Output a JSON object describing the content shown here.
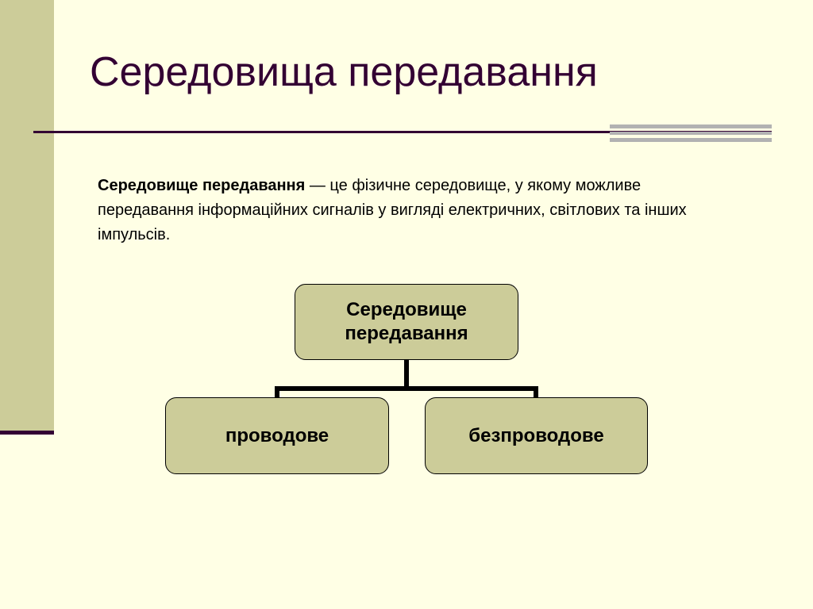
{
  "slide": {
    "title": "Середовища передавання",
    "definition": {
      "term": "Середовище передавання",
      "text": " — це фізичне середовище, у якому можливе передавання інформаційних сигналів у вигляді електричних, світлових та інших імпульсів."
    }
  },
  "diagram": {
    "root": "Середовище передавання",
    "children": [
      "проводове",
      "безпроводове"
    ]
  },
  "colors": {
    "background": "#FFFFE5",
    "accent": "#CCCC99",
    "dark": "#330033",
    "stripe": "#B2B2B2"
  }
}
